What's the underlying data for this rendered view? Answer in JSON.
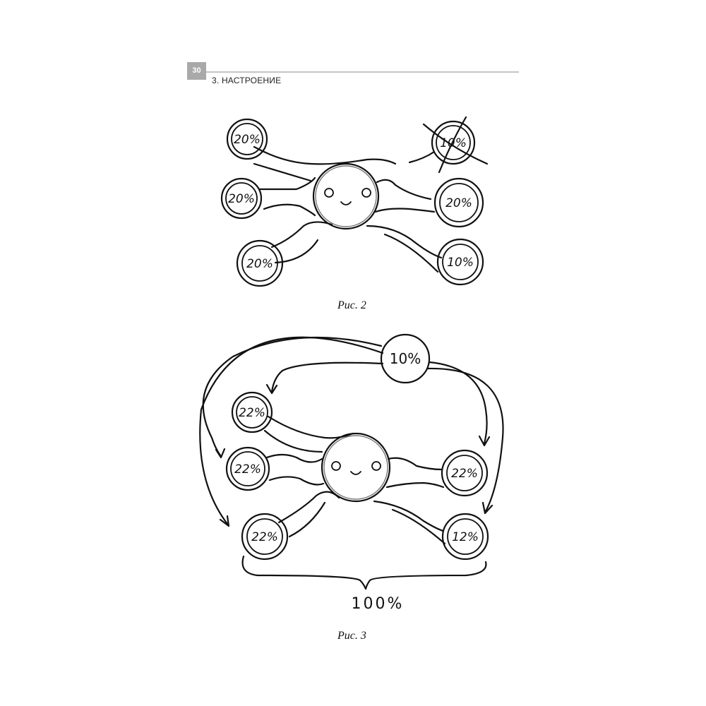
{
  "header": {
    "page_number": "30",
    "chapter_title": "3. НАСТРОЕНИЕ"
  },
  "figure2": {
    "caption": "Рис. 2",
    "labels": {
      "top_left": "20%",
      "top_right_crossed": "10%",
      "middle_left": "20%",
      "middle_right": "20%",
      "bottom_left": "20%",
      "bottom_right": "10%"
    }
  },
  "figure3": {
    "caption": "Рис. 3",
    "labels": {
      "source": "10%",
      "top_left": "22%",
      "middle_left": "22%",
      "middle_right": "22%",
      "bottom_left": "22%",
      "bottom_right": "12%",
      "total": "100%"
    }
  }
}
